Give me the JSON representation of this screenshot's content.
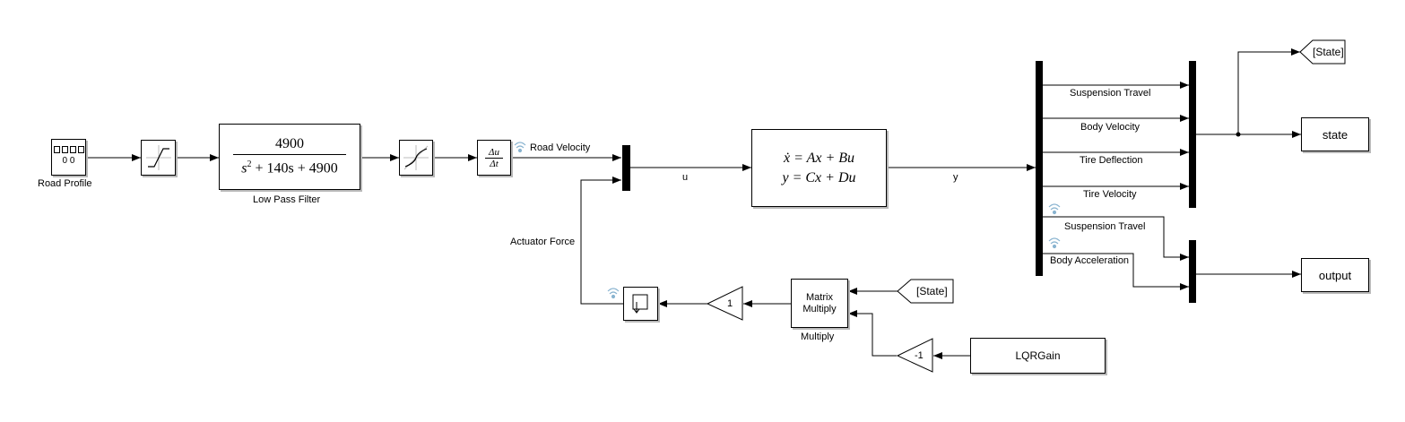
{
  "blocks": {
    "road_profile": {
      "name": "Road Profile",
      "icon": "signal-editor-icon",
      "digits": "0 0"
    },
    "saturation": {
      "icon": "saturation-icon"
    },
    "low_pass_filter": {
      "name": "Low Pass Filter",
      "numerator": "4900",
      "denominator_s2": "s",
      "denominator_exp": "2",
      "denominator_rest": " + 140s + 4900"
    },
    "rate_limiter": {
      "icon": "rate-limiter-icon"
    },
    "derivative": {
      "top": "Δu",
      "bottom": "Δt"
    },
    "state_space": {
      "line1": "ẋ = Ax + Bu",
      "line2": "y = Cx + Du"
    },
    "matrix_multiply": {
      "label": "Matrix\nMultiply",
      "name": "Multiply"
    },
    "gain_1": {
      "value": "1"
    },
    "gain_neg1": {
      "value": "-1"
    },
    "lqr_gain": {
      "label": "LQRGain"
    },
    "from_state": {
      "label": "[State]"
    },
    "goto_state": {
      "label": "[State]"
    },
    "out_state": {
      "label": "state"
    },
    "out_output": {
      "label": "output"
    },
    "memory": {
      "icon": "memory-block-icon"
    }
  },
  "signals": {
    "road_velocity": "Road Velocity",
    "u": "u",
    "y": "y",
    "actuator_force": "Actuator Force",
    "suspension_travel": "Suspension Travel",
    "body_velocity": "Body Velocity",
    "tire_deflection": "Tire Deflection",
    "tire_velocity": "Tire Velocity",
    "suspension_travel_2": "Suspension Travel",
    "body_acceleration": "Body Acceleration"
  },
  "colors": {
    "wire": "#000000",
    "shadow": "#b9b9b9",
    "logging_icon": "#8ab4d0"
  }
}
